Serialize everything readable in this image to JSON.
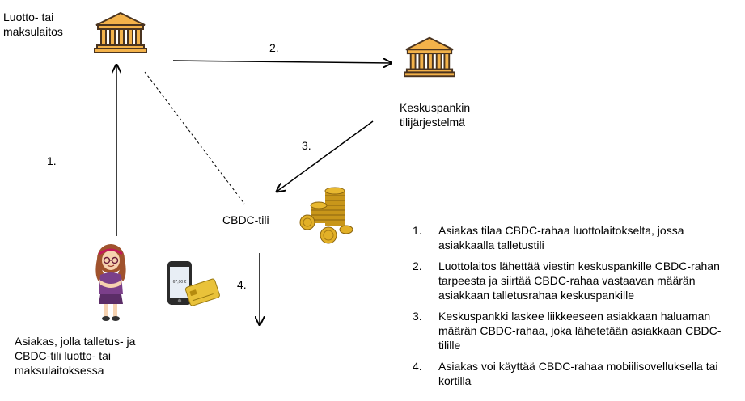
{
  "nodes": {
    "bank": {
      "label_line1": "Luotto- tai",
      "label_line2": "maksulaitos"
    },
    "central_bank": {
      "label_line1": "Keskuspankin",
      "label_line2": "tilijärjestelmä"
    },
    "cbdc_account": {
      "label": "CBDC-tili"
    },
    "customer": {
      "label_line1": "Asiakas, jolla talletus- ja",
      "label_line2": "CBDC-tili luotto- tai",
      "label_line3": "maksulaitoksessa"
    },
    "phone_screen": "67,00 €"
  },
  "arrows": {
    "a1": "1.",
    "a2": "2.",
    "a3": "3.",
    "a4": "4."
  },
  "steps": [
    {
      "num": "1.",
      "text": "Asiakas tilaa CBDC-rahaa luottolaitokselta, jossa asiakkaalla talletustili"
    },
    {
      "num": "2.",
      "text": "Luottolaitos lähettää viestin keskuspankille CBDC-rahan tarpeesta ja siirtää CBDC-rahaa vastaavan määrän asiakkaan talletusrahaa keskuspankille"
    },
    {
      "num": "3.",
      "text": "Keskuspankki laskee liikkeeseen asiakkaan haluaman määrän CBDC-rahaa, joka lähetetään asiakkaan CBDC-tilille"
    },
    {
      "num": "4.",
      "text": "Asiakas voi käyttää CBDC-rahaa mobiilisovelluksella tai kortilla"
    }
  ],
  "colors": {
    "building_fill": "#f3b24a",
    "building_outline": "#4a3420",
    "coin_gold": "#d4a017",
    "card_gold": "#e9c23a"
  }
}
